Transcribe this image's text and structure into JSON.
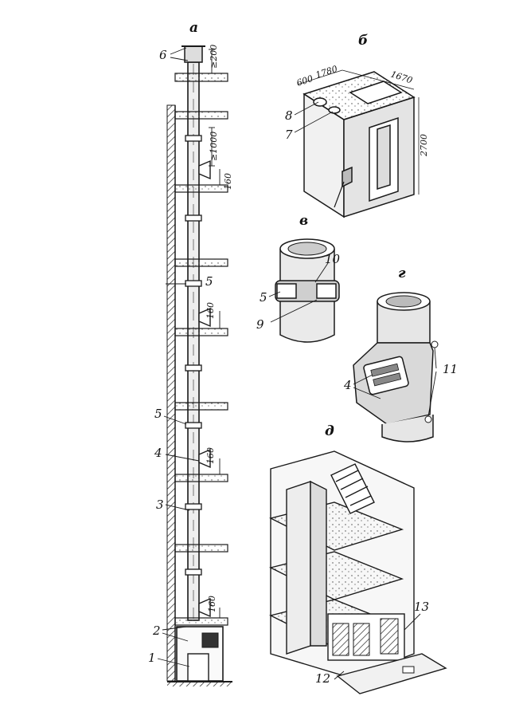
{
  "panels": {
    "a": "а",
    "b": "б",
    "v": "в",
    "g": "г",
    "d": "д"
  },
  "dimensions": {
    "top_clearance": "≥200",
    "opening_spacing": "≥1000",
    "floor_offset_1": "160",
    "floor_offset_2": "160",
    "floor_offset_3": "160",
    "floor_offset_4": "160",
    "chamber_side": "600",
    "chamber_length": "1780",
    "chamber_width": "1670",
    "chamber_height": "2700"
  },
  "callouts": {
    "n1": "1",
    "n2": "2",
    "n3": "3",
    "n4": "4",
    "n5": "5",
    "n5b": "5",
    "n6": "6",
    "n7": "7",
    "n8": "8",
    "n9": "9",
    "n10": "10",
    "n5c": "5",
    "n4b": "4",
    "n11": "11",
    "n12": "12",
    "n13": "13"
  },
  "colors": {
    "ink": "#1a1a1a",
    "paper": "#ffffff"
  }
}
